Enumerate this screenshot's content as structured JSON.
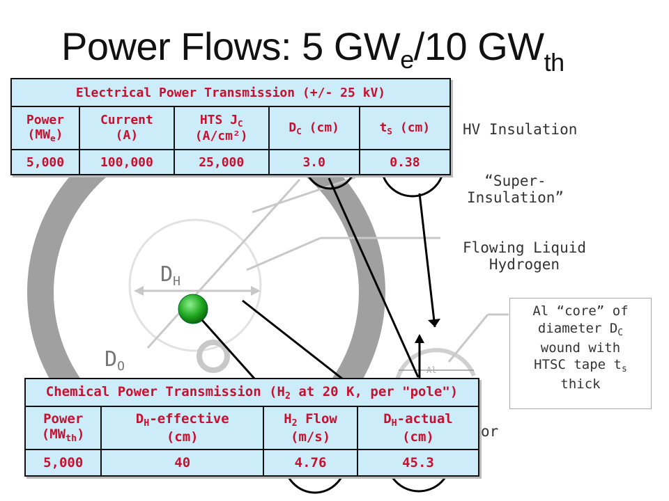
{
  "title": {
    "main": "Power Flows:  5 GW",
    "sub1": "e",
    "mid": "/10 GW",
    "sub2": "th"
  },
  "labels": {
    "hv_insulation": "HV Insulation",
    "super_insulation_1": "“Super-",
    "super_insulation_2": "Insulation”",
    "flowing_lh2_1": "Flowing Liquid",
    "flowing_lh2_2": "Hydrogen",
    "dh": "D",
    "dh_sub": "H",
    "do": "D",
    "do_sub": "O",
    "al_partial": "Al",
    "cut_text": "or"
  },
  "note": {
    "l1": "Al “core” of",
    "l2": "diameter D",
    "l2_sub": "C",
    "l3": "wound with",
    "l4": "HTSC tape t",
    "l4_sub": "s",
    "l5": "thick"
  },
  "electrical_table": {
    "title": "Electrical Power Transmission (+/- 25 kV)",
    "headers": [
      {
        "a": "Power",
        "b": "(MW",
        "sub": "e",
        "c": ")"
      },
      {
        "a": "Current",
        "b": "(A)"
      },
      {
        "a": "HTS J",
        "asub": "C",
        "b": "(A/cm²)"
      },
      {
        "a": "D",
        "asub": "C",
        "c": " (cm)"
      },
      {
        "a": "t",
        "asub": "S",
        "c": " (cm)"
      }
    ],
    "row": [
      "5,000",
      "100,000",
      "25,000",
      "3.0",
      "0.38"
    ]
  },
  "chemical_table": {
    "title_a": "Chemical Power Transmission (H",
    "title_sub": "2",
    "title_b": " at 20 K, per \"pole\")",
    "headers": [
      {
        "a": "Power",
        "b": "(MW",
        "sub": "th",
        "c": ")"
      },
      {
        "a": "D",
        "asub": "H",
        "ac": "-effective",
        "b": "(cm)"
      },
      {
        "a": "H",
        "asub": "2",
        "ac": " Flow",
        "b": "(m/s)"
      },
      {
        "a": "D",
        "asub": "H",
        "ac": "-actual",
        "b": "(cm)"
      }
    ],
    "row": [
      "5,000",
      "40",
      "4.76",
      "45.3"
    ]
  },
  "colors": {
    "table_bg": "#ccecfa",
    "table_text": "#c8102e",
    "ring": "#a0a0a0",
    "sphere": "#22aa22"
  }
}
